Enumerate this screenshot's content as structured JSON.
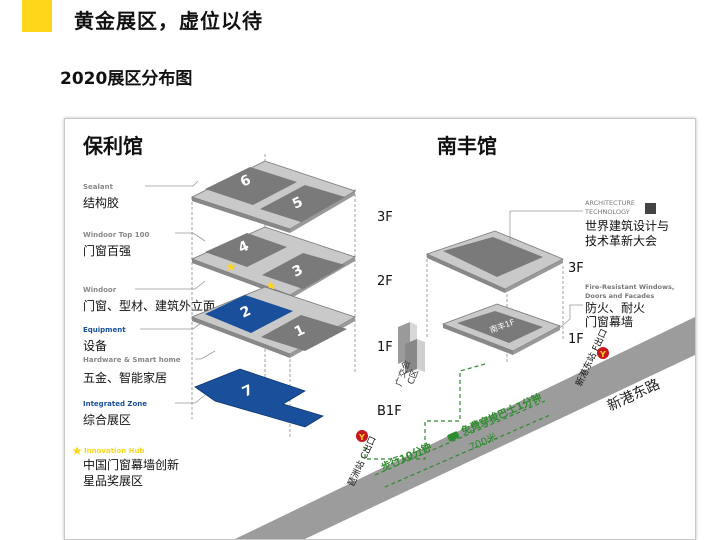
{
  "header": {
    "title": "黄金展区，虚位以待"
  },
  "subtitle": "2020展区分布图",
  "buildings": {
    "poly": {
      "name": "保利馆"
    },
    "nanfeng": {
      "name": "南丰馆"
    }
  },
  "poly_zones": [
    {
      "en": "Sealant",
      "cn": "结构胶"
    },
    {
      "en": "Windoor Top 100",
      "cn": "门窗百强"
    },
    {
      "en": "Windoor",
      "cn": "门窗、型材、建筑外立面"
    },
    {
      "en": "Equipment",
      "cn": "设备"
    },
    {
      "en": "Hardware & Smart home",
      "cn": "五金、智能家居"
    },
    {
      "en": "Integrated Zone",
      "cn": "综合展区"
    },
    {
      "en": "Innovation Hub",
      "cn": "中国门窗幕墙创新",
      "cn2": "星品奖展区"
    }
  ],
  "poly_floors": [
    "3F",
    "2F",
    "1F",
    "B1F"
  ],
  "poly_halls": [
    "6",
    "5",
    "4",
    "3",
    "2",
    "1",
    "7"
  ],
  "nanfeng_zones": [
    {
      "en": "ARCHITECTURE",
      "en2": "TECHNOLOGY",
      "cn": "世界建筑设计与",
      "cn2": "技术革新大会"
    },
    {
      "en": "Fire-Resistant Windows,",
      "en2": "Doors and Facades",
      "cn": "防火、耐火",
      "cn2": "门窗幕墙"
    }
  ],
  "nanfeng_floors": [
    "3F",
    "1F"
  ],
  "nanfeng_hall": "南丰1F",
  "map": {
    "canton_fair": "广交会",
    "canton_fair_zone": "C区",
    "pazhou_station": "琶洲站 C出口",
    "xingang_station": "新港东站 F出口",
    "road": "新港东路",
    "walk": "步行10分钟",
    "shuttle": "免费穿梭巴士1分钟",
    "distance": "700米"
  },
  "colors": {
    "accent_yellow": "#ffd51a",
    "hall_blue": "#1a4f9c",
    "route_green": "#2e8b2e",
    "metro_red": "#c9161d",
    "floor_gray": "#bdbdbd"
  }
}
